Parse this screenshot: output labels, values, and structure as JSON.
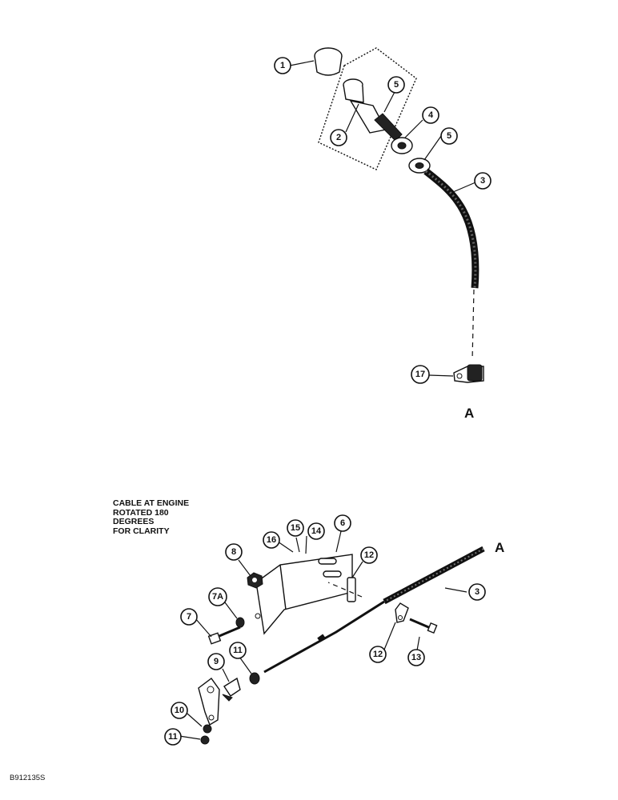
{
  "callouts": {
    "c1": "1",
    "c2": "2",
    "c3_top": "3",
    "c4": "4",
    "c5_upper": "5",
    "c5_lower": "5",
    "c17": "17",
    "c6": "6",
    "c3_bottom": "3",
    "c8": "8",
    "c7a": "7A",
    "c7": "7",
    "c9": "9",
    "c10": "10",
    "c11_lower": "11",
    "c11_upper": "11",
    "c12_upper": "12",
    "c12_lower": "12",
    "c13": "13",
    "c14": "14",
    "c15": "15",
    "c16": "16"
  },
  "reference_letter": {
    "top": "A",
    "right": "A"
  },
  "note": {
    "line1": "CABLE AT ENGINE",
    "line2": "ROTATED 180",
    "line3": "DEGREES",
    "line4": "FOR CLARITY"
  },
  "figure_code": "B912135S"
}
